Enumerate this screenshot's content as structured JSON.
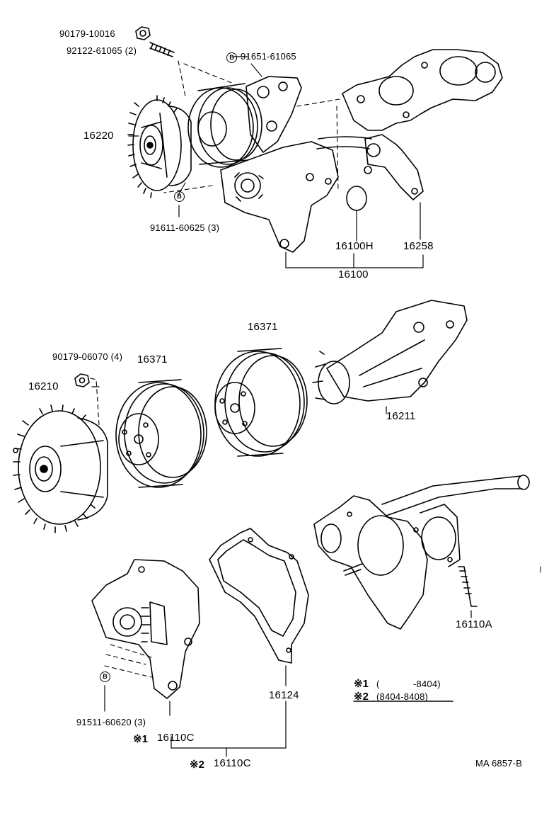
{
  "labels": {
    "p90179_10016": "90179-10016",
    "p92122_61065": "92122-61065 (2)",
    "p91651_61065": "91651-61065",
    "p16220": "16220",
    "p91611_60625": "91611-60625 (3)",
    "p16100H": "16100H",
    "p16258": "16258",
    "p16100": "16100",
    "p16371_a": "16371",
    "p90179_06070": "90179-06070 (4)",
    "p16371_b": "16371",
    "p16210": "16210",
    "p16211": "16211",
    "p16110A": "16110A",
    "p16124": "16124",
    "p91511_60620": "91511-60620 (3)",
    "p16110C_1": "16110C",
    "p16110C_2": "16110C"
  },
  "markers": {
    "bolt_b": "B",
    "ref1": "※1",
    "ref2": "※2"
  },
  "notes": {
    "range1_open": "(",
    "range1_end": "-8404)",
    "range2": "(8404-8408)"
  },
  "footer": {
    "code": "MA  6857-B"
  }
}
